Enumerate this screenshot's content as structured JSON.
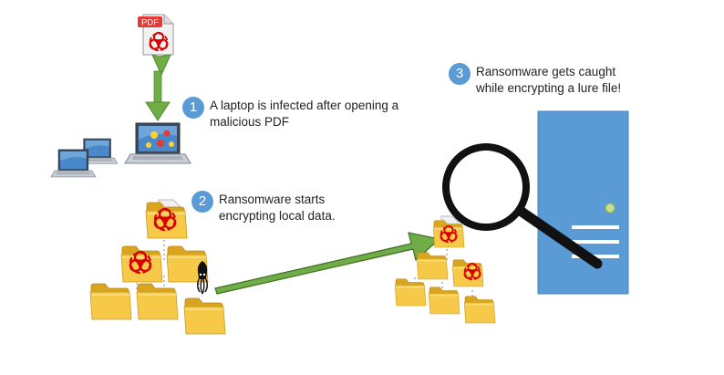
{
  "pdf_icon": {
    "label": "PDF",
    "icon": "biohazard-icon"
  },
  "steps": [
    {
      "number": "1",
      "lines": [
        "A laptop is infected after opening a",
        "malicious PDF"
      ]
    },
    {
      "number": "2",
      "lines": [
        "Ransomware starts",
        "encrypting local data."
      ]
    },
    {
      "number": "3",
      "lines": [
        "Ransomware gets caught",
        "while encrypting a lure file!"
      ]
    }
  ],
  "colors": {
    "badge": "#5b9bd5",
    "arrow": "#70ad47",
    "server": "#5b9bd5",
    "folder": "#f5c342",
    "biohazard": "#e00000",
    "pdf_banner": "#e53935"
  },
  "icons": [
    "pdf-file-icon",
    "laptop-icon",
    "folder-icon",
    "biohazard-icon",
    "squid-icon",
    "server-icon",
    "magnifier-icon"
  ]
}
